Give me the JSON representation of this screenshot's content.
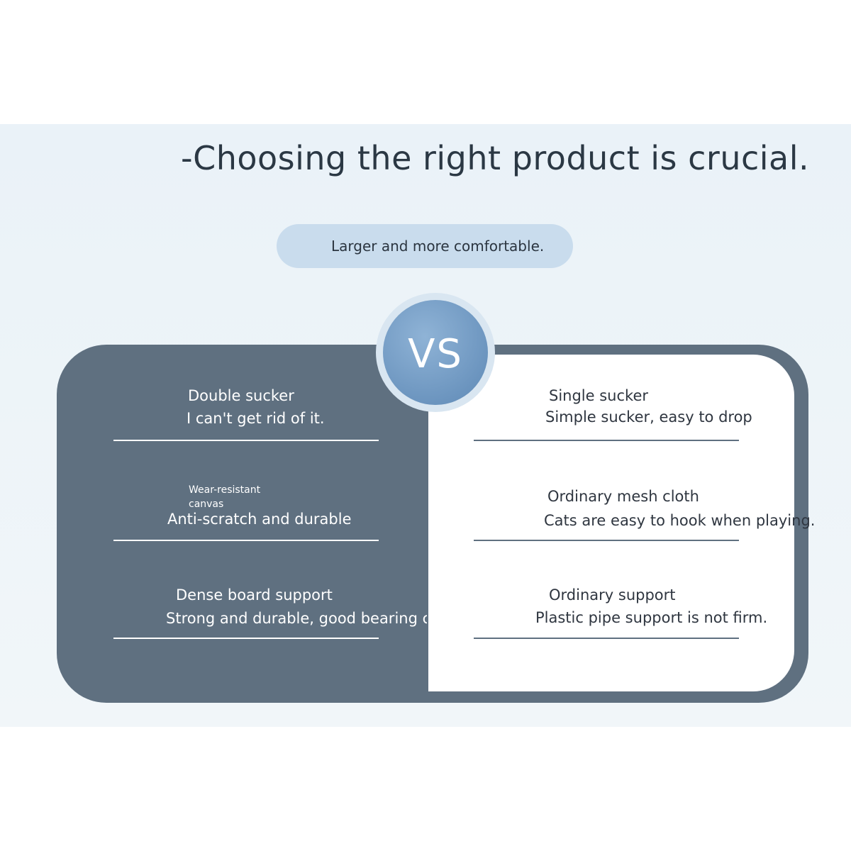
{
  "headline": "-Choosing the right product is crucial.",
  "pill_text": "Larger and more comfortable.",
  "vs_label": "VS",
  "left_items": [
    {
      "title": "Double sucker",
      "sub": "I can't get rid of it."
    },
    {
      "small_line1": "Wear-resistant",
      "small_line2": "canvas",
      "sub": "Anti-scratch and durable"
    },
    {
      "title": "Dense board support",
      "sub": "Strong and durable, good bearing c"
    }
  ],
  "right_items": [
    {
      "title": "Single sucker",
      "sub": "Simple sucker, easy to drop"
    },
    {
      "title": "Ordinary mesh cloth",
      "sub": "Cats are easy to hook when playing."
    },
    {
      "title": "Ordinary support",
      "sub": "Plastic pipe support is not firm."
    }
  ],
  "colors": {
    "background_band": "#eaf2f8",
    "left_panel": "#5f7080",
    "right_panel": "#ffffff",
    "pill": "#c9dced",
    "vs_circle": "#6c95bf"
  }
}
